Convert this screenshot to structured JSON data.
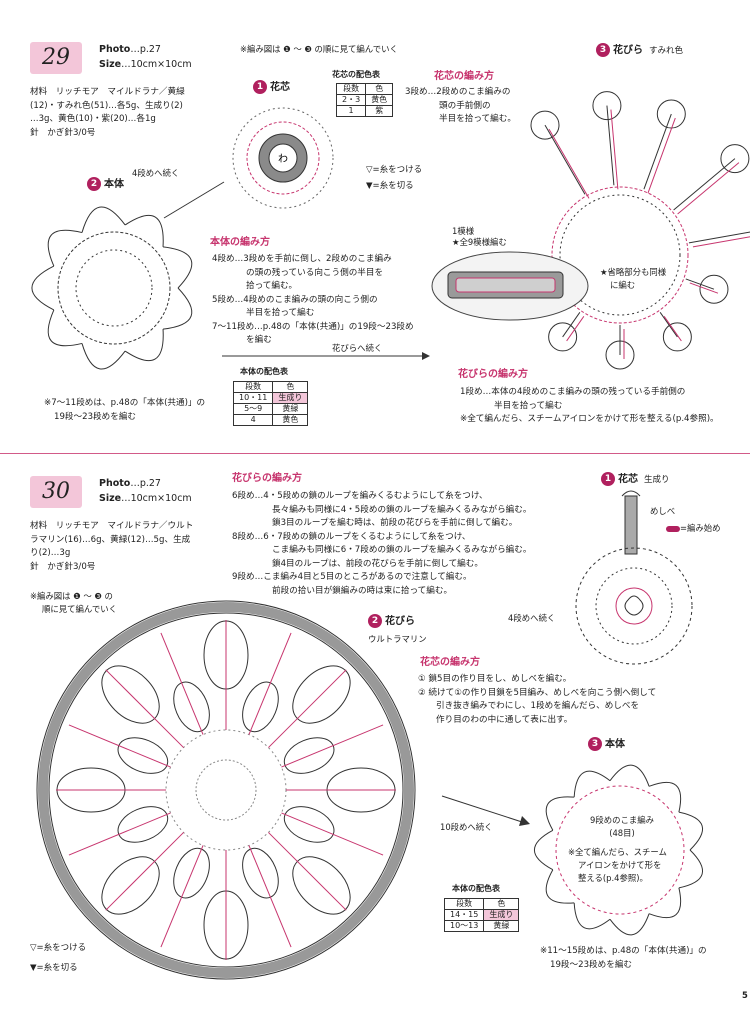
{
  "colors": {
    "accent": "#c7356e",
    "badge": "#b0205e",
    "box": "#f3c6d9"
  },
  "p29": {
    "num": "29",
    "photo": "Photo",
    "photo_val": "…p.27",
    "size": "Size",
    "size_val": "…10cm×10cm",
    "materials": [
      "材料　リッチモア　マイルドラナ／黄緑",
      "(12)・すみれ色(51)…各5g、生成り(2)",
      "…3g、黄色(10)・紫(20)…各1g"
    ],
    "needle": "針　かぎ針3/0号",
    "order_note": "※編み図は ❶ ～ ❸ の順に見て編んでいく",
    "center": {
      "badge": "1",
      "title": "花芯",
      "center_char": "わ"
    },
    "center_colors": {
      "caption": "花芯の配色表",
      "header": [
        "段数",
        "色"
      ],
      "rows": [
        [
          "2・3",
          "黄色"
        ],
        [
          "1",
          "紫"
        ]
      ]
    },
    "legend": {
      "attach": "=糸をつける",
      "cut": "=糸を切る"
    },
    "body": {
      "badge": "2",
      "title": "本体",
      "continue_label": "4段めへ続く"
    },
    "center_method": {
      "title": "花芯の編み方",
      "text": [
        "3段め…2段めのこま編みの",
        "頭の手前側の",
        "半目を拾って編む。"
      ]
    },
    "body_method": {
      "title": "本体の編み方",
      "text": [
        "4段め…3段めを手前に倒し、2段めのこま編み",
        "の頭の残っている向こう側の半目を",
        "拾って編む。",
        "5段め…4段めのこま編みの頭の向こう側の",
        "半目を拾って編む",
        "7～11段め…p.48の「本体(共通)」の19段～23段め",
        "を編む"
      ]
    },
    "petals_continue": "花びらへ続く",
    "body_colors": {
      "caption": "本体の配色表",
      "header": [
        "段数",
        "色"
      ],
      "rows": [
        [
          "10・11",
          "生成り"
        ],
        [
          "5～9",
          "黄緑"
        ],
        [
          "4",
          "黄色"
        ]
      ]
    },
    "body_note": [
      "※7～11段めは、p.48の「本体(共通)」の",
      "19段～23段めを編む"
    ],
    "petals": {
      "badge": "3",
      "title": "花びら",
      "color": "すみれ色"
    },
    "pattern_label": [
      "1模様",
      "★全9模様編む"
    ],
    "omitted_note": [
      "★省略部分も同様",
      "に編む"
    ],
    "petal_method": {
      "title": "花びらの編み方",
      "text": [
        "1段め…本体の4段めのこま編みの頭の残っている手前側の",
        "半目を拾って編む",
        "※全て編んだら、スチームアイロンをかけて形を整える(p.4参照)。"
      ]
    }
  },
  "p30": {
    "num": "30",
    "photo": "Photo",
    "photo_val": "…p.27",
    "size": "Size",
    "size_val": "…10cm×10cm",
    "materials": [
      "材料　リッチモア　マイルドラナ／ウルト",
      "ラマリン(16)…6g、黄緑(12)…5g、生成",
      "り(2)…3g"
    ],
    "needle": "針　かぎ針3/0号",
    "order_note": [
      "※編み図は ❶ ～ ❸ の",
      "順に見て編んでいく"
    ],
    "petal_method": {
      "title": "花びらの編み方",
      "text": [
        "6段め…4・5段めの鎖のループを編みくるむようにして糸をつけ、",
        "長々編みも同様に4・5段めの鎖のループを編みくるみながら編む。",
        "鎖3目のループを編む時は、前段の花びらを手前に倒して編む。",
        "8段め…6・7段めの鎖のループをくるむようにして糸をつけ、",
        "こま編みも同様に6・7段めの鎖のループを編みくるみながら編む。",
        "鎖4目のループは、前段の花びらを手前に倒して編む。",
        "9段め…こま編み4目と5目のところがあるので注意して編む。",
        "前段の拾い目が鎖編みの時は束に拾って編む。"
      ]
    },
    "center": {
      "badge": "1",
      "title": "花芯",
      "color": "生成り",
      "stem_label": "めしべ",
      "start_label": "=編み始め"
    },
    "petals": {
      "badge": "2",
      "title": "花びら",
      "color": "ウルトラマリン",
      "continue_label": "4段めへ続く"
    },
    "center_method": {
      "title": "花芯の編み方",
      "text": [
        "① 鎖5目の作り目をし、めしべを編む。",
        "② 続けて①の作り目鎖を5目編み、めしべを向こう側へ倒して",
        "引き抜き編みでわにし、1段めを編んだら、めしべを",
        "作り目のわの中に通して表に出す。"
      ]
    },
    "body": {
      "badge": "3",
      "title": "本体",
      "continue_label": "10段めへ続く"
    },
    "body_center": [
      "9段めのこま編み",
      "(48目)"
    ],
    "body_note_inner": [
      "※全て編んだら、スチーム",
      "アイロンをかけて形を",
      "整える(p.4参照)。"
    ],
    "body_colors": {
      "caption": "本体の配色表",
      "header": [
        "段数",
        "色"
      ],
      "rows": [
        [
          "14・15",
          "生成り"
        ],
        [
          "10～13",
          "黄緑"
        ]
      ]
    },
    "body_note": [
      "※11～15段めは、p.48の「本体(共通)」の",
      "19段～23段めを編む"
    ],
    "legend": {
      "attach": "=糸をつける",
      "cut": "=糸を切る"
    }
  },
  "page_number": "5"
}
